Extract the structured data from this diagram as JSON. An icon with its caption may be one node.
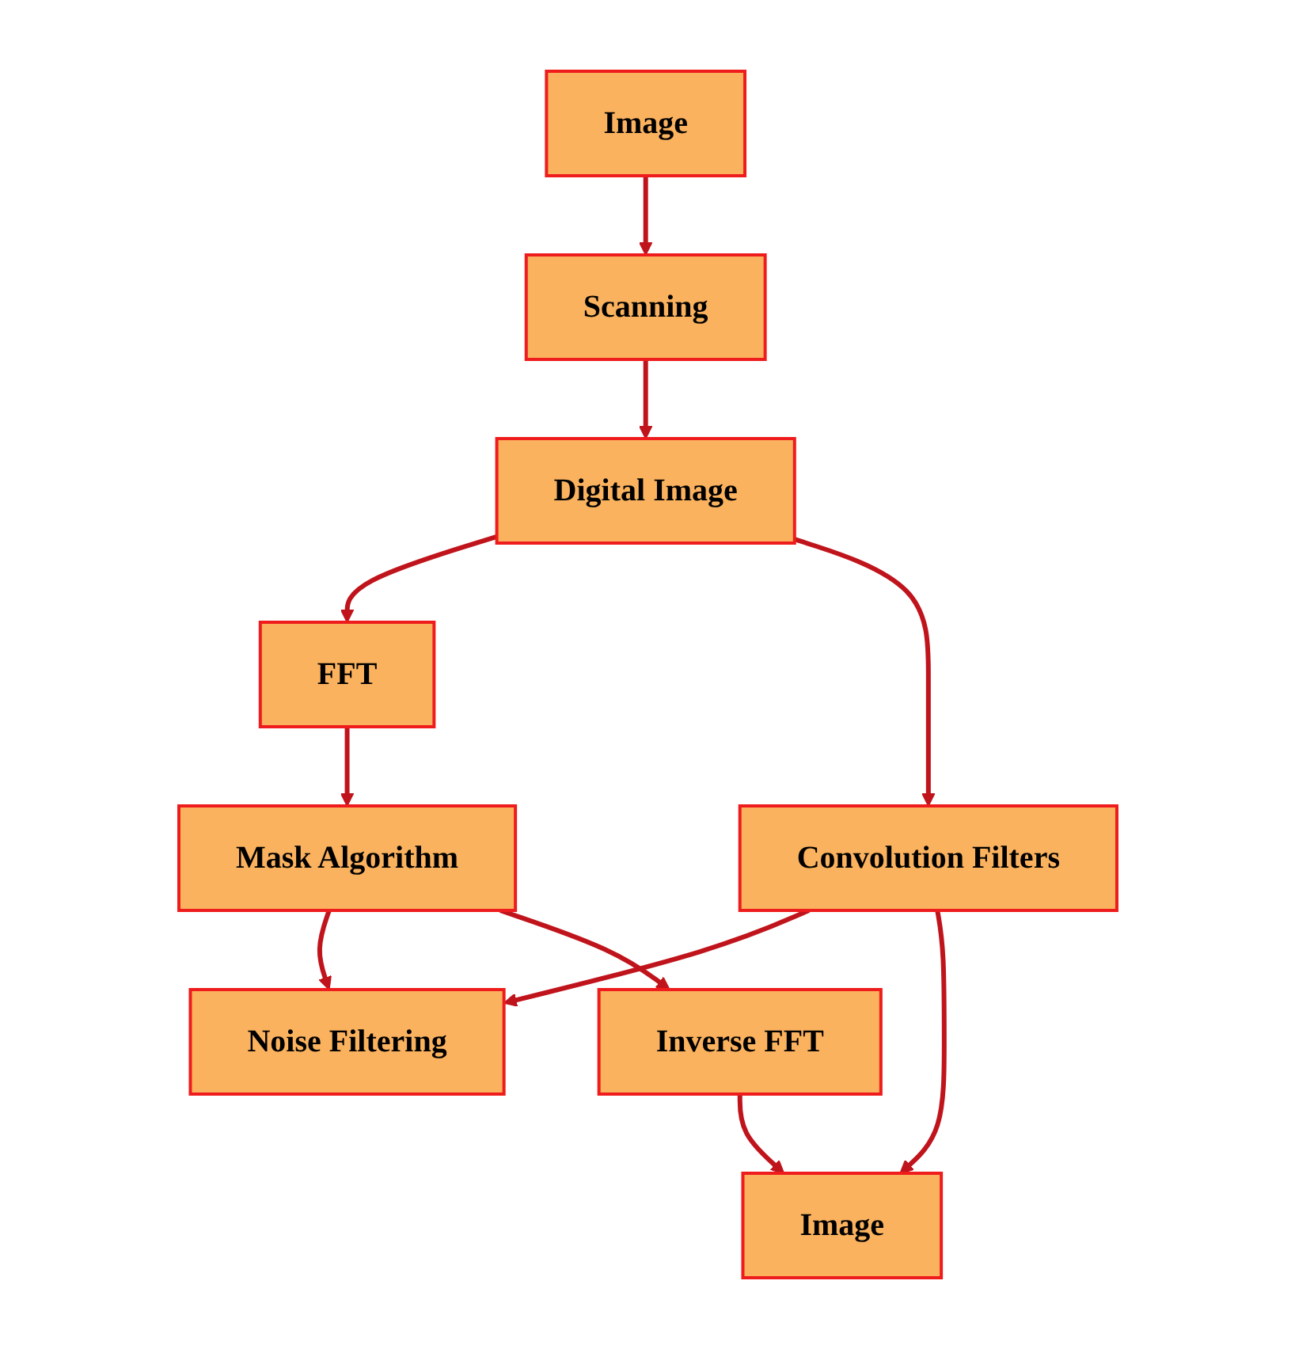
{
  "diagram": {
    "nodes": [
      {
        "text": [
          "Image"
        ]
      },
      {
        "text": [
          "Scanning"
        ]
      },
      {
        "text": [
          "Digital Image"
        ]
      },
      {
        "text": [
          "FFT"
        ]
      },
      {
        "text": [
          "Mask Algorithm"
        ]
      },
      {
        "text": [
          "Noise Filtering"
        ]
      },
      {
        "text": [
          "Convolution Filters"
        ]
      },
      {
        "text": [
          "Inverse FFT"
        ]
      },
      {
        "text": [
          "Image"
        ]
      }
    ],
    "edges": [
      {
        "from": 0,
        "to": 1,
        "arrow": "to"
      },
      {
        "from": 1,
        "to": 2,
        "arrow": "to"
      },
      {
        "from": 2,
        "to": 3,
        "arrow": "to"
      },
      {
        "from": 2,
        "to": 6,
        "arrow": "to"
      },
      {
        "from": 3,
        "to": 4,
        "arrow": "to"
      },
      {
        "from": 6,
        "to": 5,
        "arrow": "to"
      },
      {
        "from": 4,
        "to": 5,
        "arrow": "to"
      },
      {
        "from": 4,
        "to": 7,
        "arrow": "to"
      },
      {
        "from": 7,
        "to": 8,
        "arrow": "to"
      },
      {
        "from": 6,
        "to": 8,
        "arrow": "to"
      }
    ]
  }
}
